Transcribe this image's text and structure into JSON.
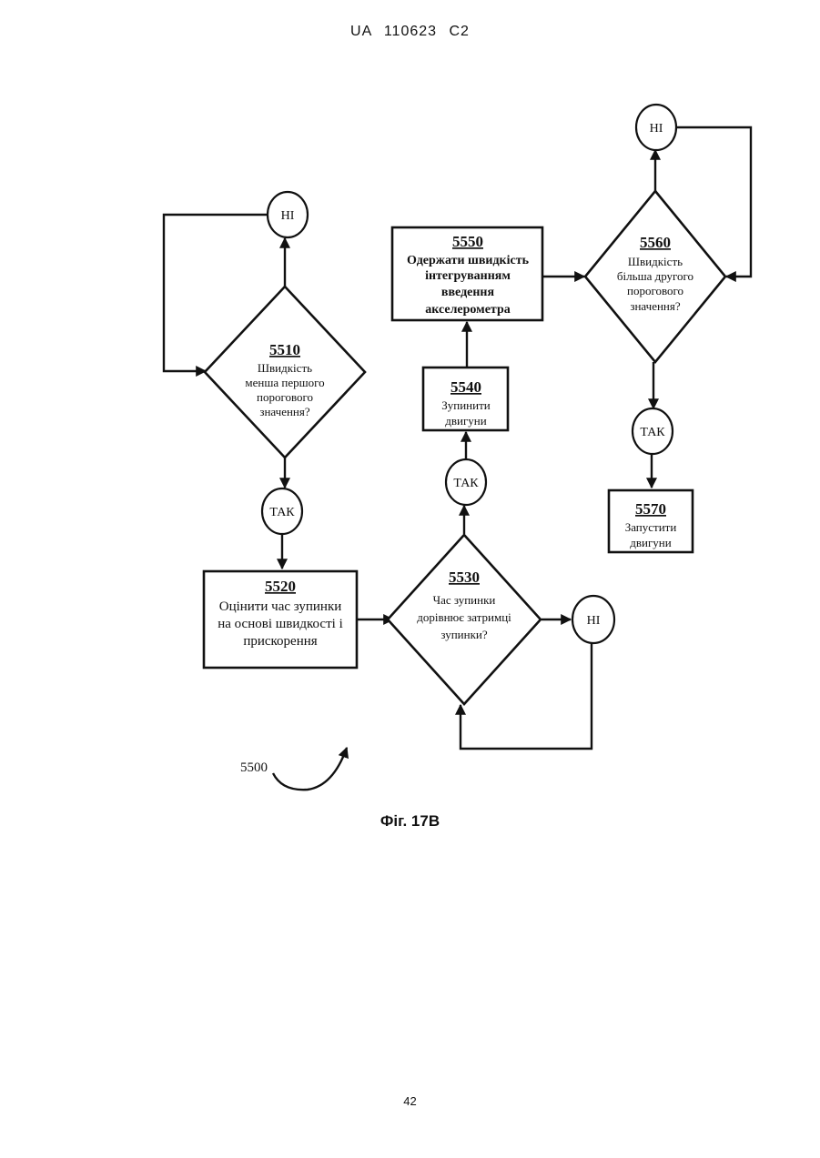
{
  "header": {
    "title": "UA 110623 C2"
  },
  "figure": {
    "caption": "Фіг. 17B",
    "reference": "5500"
  },
  "page_number": "42",
  "nodes": {
    "n5510": {
      "id": "5510",
      "lines": [
        "Швидкість",
        "менша першого",
        "порогового",
        "значення?"
      ]
    },
    "n5520": {
      "id": "5520",
      "lines": [
        "Оцінити час зупинки",
        "на основі швидкості і",
        "прискорення"
      ]
    },
    "n5530": {
      "id": "5530",
      "lines": [
        "Час зупинки",
        "дорівнює затримці",
        "зупинки?"
      ]
    },
    "n5540": {
      "id": "5540",
      "lines": [
        "Зупинити",
        "двигуни"
      ]
    },
    "n5550": {
      "id": "5550",
      "lines": [
        "Одержати швидкість",
        "інтегруванням",
        "введення",
        "акселерометра"
      ]
    },
    "n5560": {
      "id": "5560",
      "lines": [
        "Швидкість",
        "більша другого",
        "порогового",
        "значення?"
      ]
    },
    "n5570": {
      "id": "5570",
      "lines": [
        "Запустити",
        "двигуни"
      ]
    }
  },
  "connectors": {
    "no_label": "НІ",
    "yes_label": "ТАК"
  }
}
